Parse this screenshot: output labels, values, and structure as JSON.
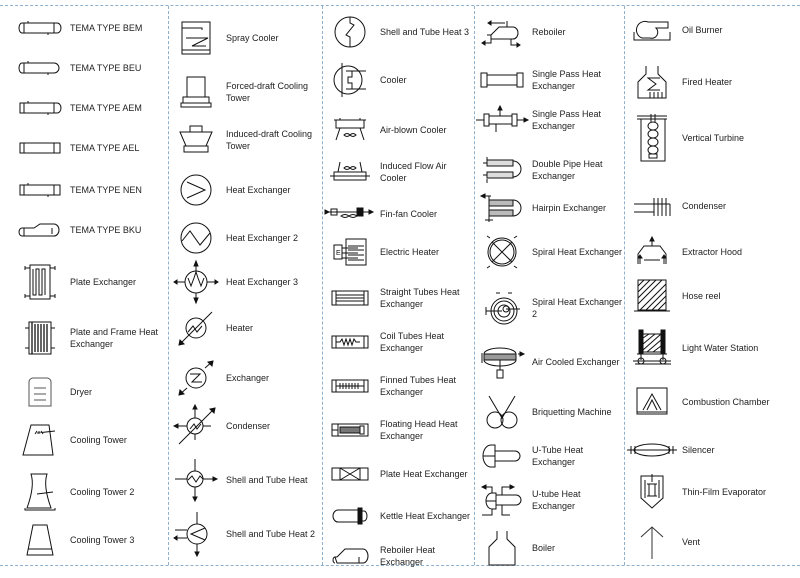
{
  "legend": {
    "border_color": "#8fb0cc",
    "columns": [
      {
        "items": [
          {
            "label": "TEMA TYPE BEM",
            "icon": "tema-bem-icon"
          },
          {
            "label": "TEMA TYPE BEU",
            "icon": "tema-beu-icon"
          },
          {
            "label": "TEMA TYPE AEM",
            "icon": "tema-aem-icon"
          },
          {
            "label": "TEMA TYPE AEL",
            "icon": "tema-ael-icon"
          },
          {
            "label": "TEMA TYPE NEN",
            "icon": "tema-nen-icon"
          },
          {
            "label": "TEMA TYPE BKU",
            "icon": "tema-bku-icon"
          },
          {
            "label": "Plate Exchanger",
            "icon": "plate-exchanger-icon"
          },
          {
            "label": "Plate and Frame Heat Exchanger",
            "icon": "plate-frame-exchanger-icon"
          },
          {
            "label": "Dryer",
            "icon": "dryer-icon"
          },
          {
            "label": "Cooling Tower",
            "icon": "cooling-tower-icon"
          },
          {
            "label": "Cooling Tower 2",
            "icon": "cooling-tower-2-icon"
          },
          {
            "label": "Cooling Tower 3",
            "icon": "cooling-tower-3-icon"
          }
        ]
      },
      {
        "items": [
          {
            "label": "Spray Cooler",
            "icon": "spray-cooler-icon"
          },
          {
            "label": "Forced-draft Cooling Tower",
            "icon": "forced-draft-tower-icon"
          },
          {
            "label": "Induced-draft Cooling Tower",
            "icon": "induced-draft-tower-icon"
          },
          {
            "label": "Heat Exchanger",
            "icon": "heat-exchanger-icon"
          },
          {
            "label": "Heat Exchanger 2",
            "icon": "heat-exchanger-2-icon"
          },
          {
            "label": "Heat Exchanger 3",
            "icon": "heat-exchanger-3-icon"
          },
          {
            "label": "Heater",
            "icon": "heater-icon"
          },
          {
            "label": "Exchanger",
            "icon": "exchanger-icon"
          },
          {
            "label": "Condenser",
            "icon": "condenser-icon"
          },
          {
            "label": "Shell and Tube Heat",
            "icon": "shell-tube-heat-icon"
          },
          {
            "label": "Shell and Tube Heat 2",
            "icon": "shell-tube-heat-2-icon"
          }
        ]
      },
      {
        "items": [
          {
            "label": "Shell and Tube Heat 3",
            "icon": "shell-tube-heat-3-icon"
          },
          {
            "label": "Cooler",
            "icon": "cooler-icon"
          },
          {
            "label": "Air-blown Cooler",
            "icon": "air-blown-cooler-icon"
          },
          {
            "label": "Induced Flow Air Cooler",
            "icon": "induced-flow-air-cooler-icon"
          },
          {
            "label": "Fin-fan Cooler",
            "icon": "fin-fan-cooler-icon"
          },
          {
            "label": "Electric Heater",
            "icon": "electric-heater-icon"
          },
          {
            "label": "Straight Tubes Heat Exchanger",
            "icon": "straight-tubes-exchanger-icon"
          },
          {
            "label": "Coil Tubes Heat Exchanger",
            "icon": "coil-tubes-exchanger-icon"
          },
          {
            "label": "Finned Tubes Heat Exchanger",
            "icon": "finned-tubes-exchanger-icon"
          },
          {
            "label": "Floating Head Heat Exchanger",
            "icon": "floating-head-exchanger-icon"
          },
          {
            "label": "Plate Heat Exchanger",
            "icon": "plate-heat-exchanger-icon"
          },
          {
            "label": "Kettle Heat Exchanger",
            "icon": "kettle-exchanger-icon"
          },
          {
            "label": "Reboiler Heat Exchanger",
            "icon": "reboiler-exchanger-icon"
          }
        ]
      },
      {
        "items": [
          {
            "label": "Reboiler",
            "icon": "reboiler-icon"
          },
          {
            "label": "Single Pass Heat Exchanger",
            "icon": "single-pass-exchanger-icon"
          },
          {
            "label": "Single Pass Heat Exchanger",
            "icon": "single-pass-exchanger-2-icon"
          },
          {
            "label": "Double Pipe Heat Exchanger",
            "icon": "double-pipe-exchanger-icon"
          },
          {
            "label": "Hairpin Exchanger",
            "icon": "hairpin-exchanger-icon"
          },
          {
            "label": "Spiral Heat Exchanger",
            "icon": "spiral-exchanger-icon"
          },
          {
            "label": "Spiral Heat Exchanger 2",
            "icon": "spiral-exchanger-2-icon"
          },
          {
            "label": "Air Cooled Exchanger",
            "icon": "air-cooled-exchanger-icon"
          },
          {
            "label": "Briquetting Machine",
            "icon": "briquetting-machine-icon"
          },
          {
            "label": "U-Tube Heat Exchanger",
            "icon": "u-tube-exchanger-icon"
          },
          {
            "label": "U-tube Heat Exchanger",
            "icon": "u-tube-exchanger-2-icon"
          },
          {
            "label": "Boiler",
            "icon": "boiler-icon"
          }
        ]
      },
      {
        "items": [
          {
            "label": "Oil Burner",
            "icon": "oil-burner-icon"
          },
          {
            "label": "Fired Heater",
            "icon": "fired-heater-icon"
          },
          {
            "label": "Vertical Turbine",
            "icon": "vertical-turbine-icon"
          },
          {
            "label": "Condenser",
            "icon": "condenser-2-icon"
          },
          {
            "label": "Extractor Hood",
            "icon": "extractor-hood-icon"
          },
          {
            "label": "Hose reel",
            "icon": "hose-reel-icon"
          },
          {
            "label": "Light Water Station",
            "icon": "light-water-station-icon"
          },
          {
            "label": "Combustion Chamber",
            "icon": "combustion-chamber-icon"
          },
          {
            "label": "Silencer",
            "icon": "silencer-icon"
          },
          {
            "label": "Thin-Film Evaporator",
            "icon": "thin-film-evaporator-icon"
          },
          {
            "label": "Vent",
            "icon": "vent-icon"
          }
        ]
      }
    ]
  }
}
